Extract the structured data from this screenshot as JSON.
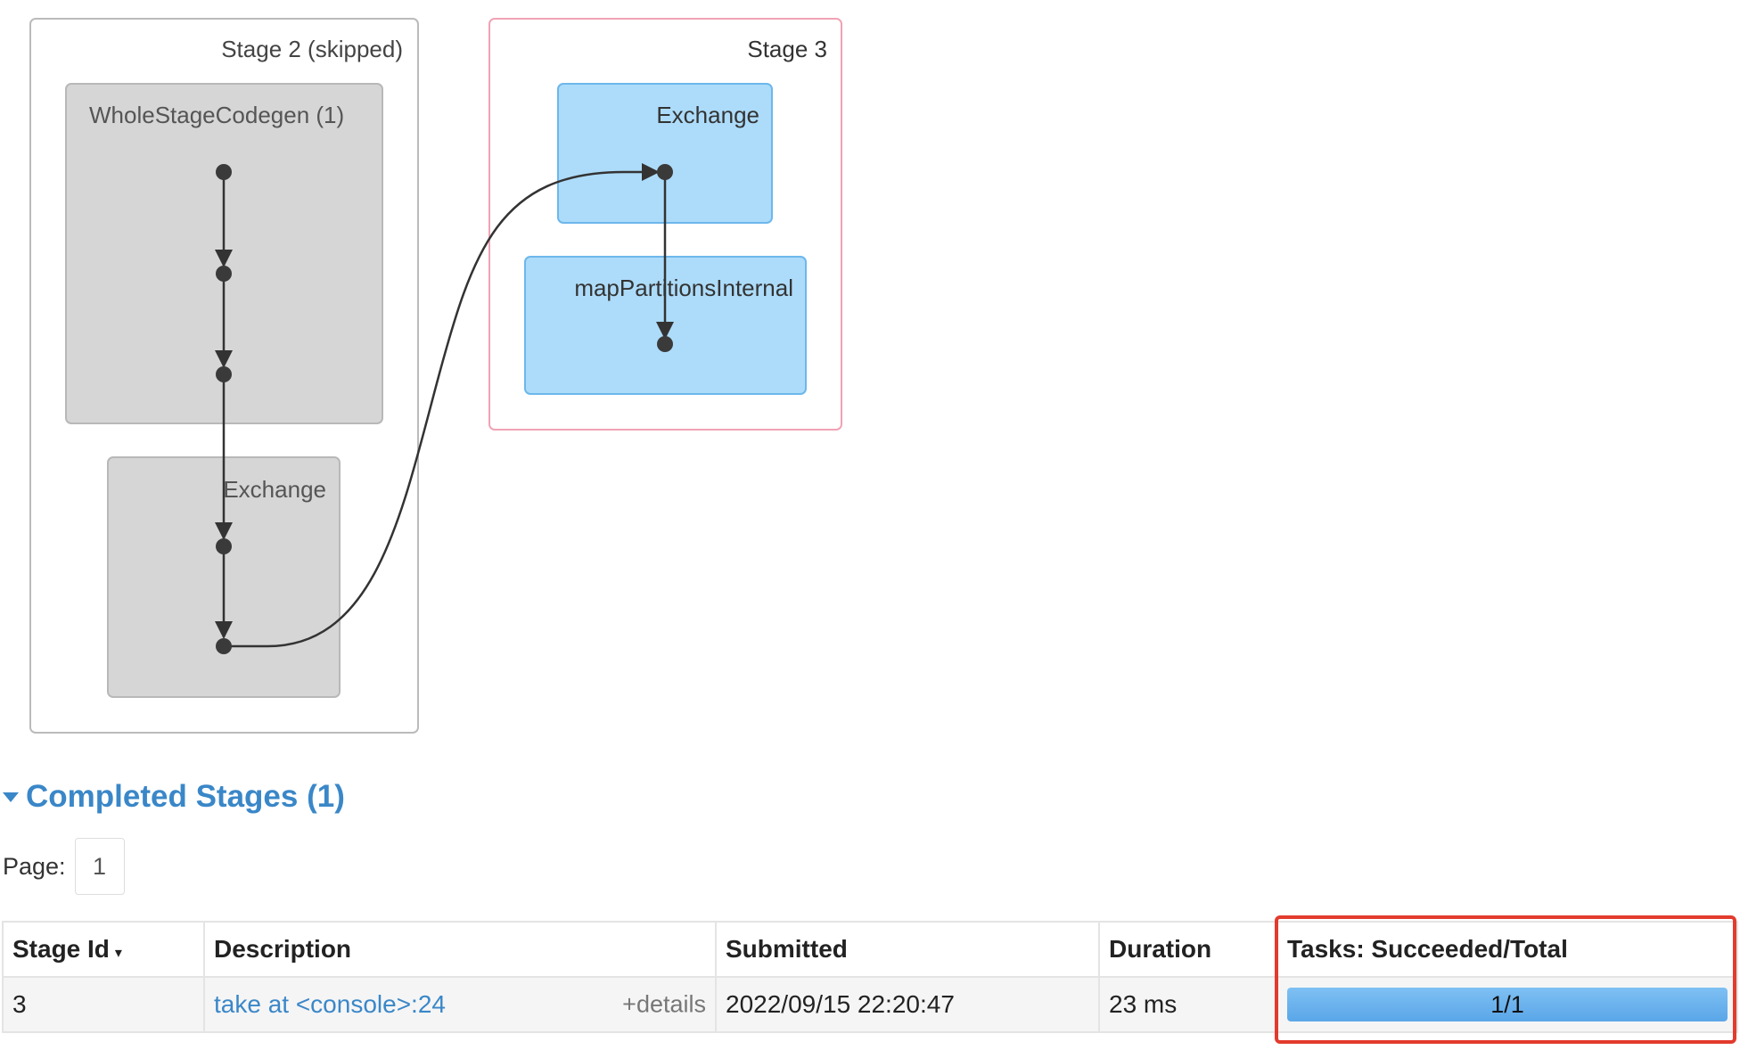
{
  "dag": {
    "stage2": {
      "label": "Stage 2 (skipped)"
    },
    "stage2_cluster1": {
      "label": "WholeStageCodegen (1)"
    },
    "stage2_cluster2": {
      "label": "Exchange"
    },
    "stage3": {
      "label": "Stage 3"
    },
    "stage3_cluster1": {
      "label": "Exchange"
    },
    "stage3_cluster2": {
      "label": "mapPartitionsInternal"
    }
  },
  "completed_stages": {
    "title": "Completed Stages (1)",
    "page_label": "Page:",
    "current_page": "1"
  },
  "table": {
    "columns": [
      "Stage Id",
      "Description",
      "Submitted",
      "Duration",
      "Tasks: Succeeded/Total"
    ],
    "sort_indicator": "▾",
    "rows": [
      {
        "stage_id": "3",
        "description": "take at <console>:24",
        "details": "+details",
        "submitted": "2022/09/15 22:20:47",
        "duration": "23 ms",
        "tasks_text": "1/1",
        "tasks_fraction": 1.0
      }
    ]
  },
  "colors": {
    "link": "#3a87c8",
    "skipped_fill": "#d6d6d6",
    "active_fill": "#addcfa",
    "active_stage_border": "#f0a3b5",
    "highlight": "#e23b2e"
  }
}
